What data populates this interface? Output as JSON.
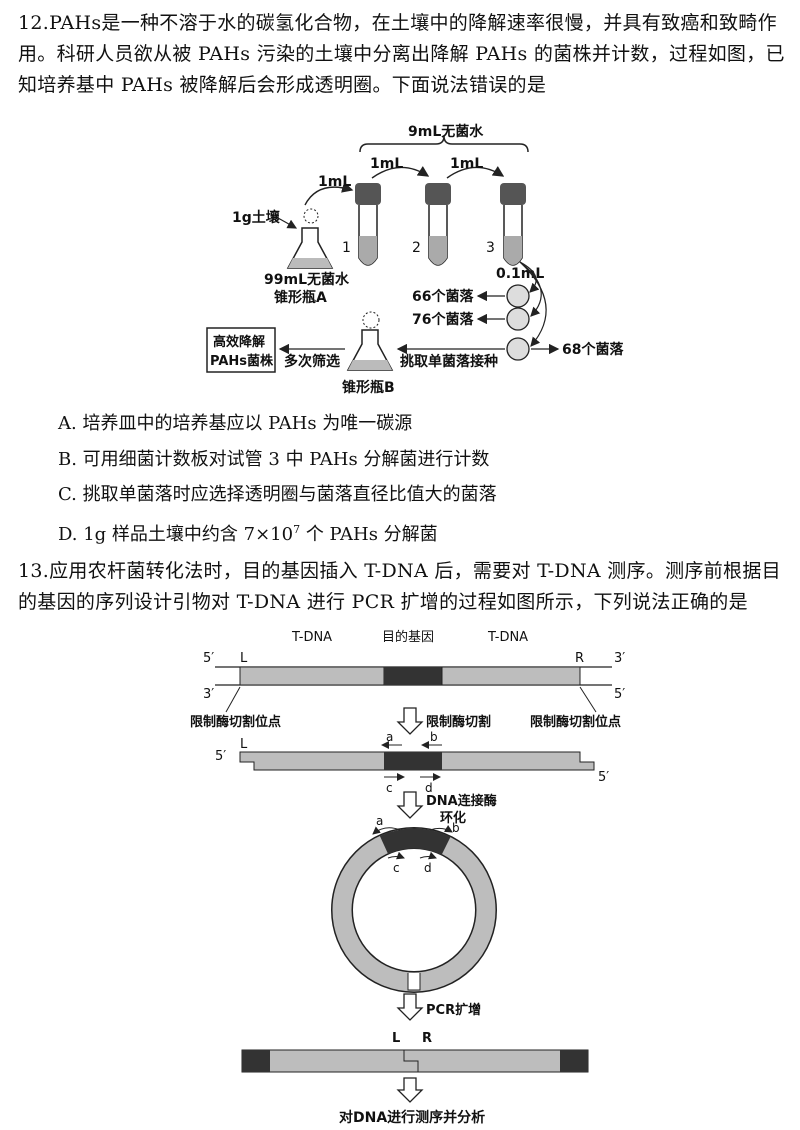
{
  "q12": {
    "number": "12.",
    "stem": "PAHs是一种不溶于水的碳氢化合物，在土壤中的降解速率很慢，并具有致癌和致畸作用。科研人员欲从被 PAHs 污染的土壤中分离出降解 PAHs 的菌株并计数，过程如图，已知培养基中 PAHs 被降解后会形成透明圈。下面说法错误的是",
    "figure": {
      "soil": "1g土壤",
      "flask_a_water": "99mL无菌水",
      "flask_a_name": "锥形瓶A",
      "sterile_water": "9mL无菌水",
      "transfer1": "1mL",
      "transfer2": "1mL",
      "transfer3": "1mL",
      "tube1": "1",
      "tube2": "2",
      "tube3": "3",
      "plating": "0.1mL",
      "colonies1": "66个菌落",
      "colonies2": "76个菌落",
      "colonies3": "68个菌落",
      "pick": "挑取单菌落接种",
      "screen": "多次筛选",
      "flask_b_name": "锥形瓶B",
      "result_line1": "高效降解",
      "result_line2": "PAHs菌株"
    },
    "options": {
      "A": "A. 培养皿中的培养基应以 PAHs 为唯一碳源",
      "B": "B. 可用细菌计数板对试管 3 中 PAHs 分解菌进行计数",
      "C": "C. 挑取单菌落时应选择透明圈与菌落直径比值大的菌落",
      "D_prefix": "D. 1g 样品土壤中约含 7×10",
      "D_exp": "7",
      "D_suffix": " 个 PAHs 分解菌"
    }
  },
  "q13": {
    "number": "13.",
    "stem": "应用农杆菌转化法时，目的基因插入 T-DNA 后，需要对 T-DNA 测序。测序前根据目的基因的序列设计引物对 T-DNA 进行 PCR 扩增的过程如图所示，下列说法正确的是",
    "figure": {
      "tdna_left": "T-DNA",
      "target_gene": "目的基因",
      "tdna_right": "T-DNA",
      "five_prime": "5′",
      "three_prime": "3′",
      "L": "L",
      "R": "R",
      "cut_site_left": "限制酶切割位点",
      "cut_site_right": "限制酶切割位点",
      "cut_step": "限制酶切割",
      "primer_a": "a",
      "primer_b": "b",
      "primer_c": "c",
      "primer_d": "d",
      "ligase_line1": "DNA连接酶",
      "ligase_line2": "环化",
      "pcr_step": "PCR扩增",
      "final_step": "对DNA进行测序并分析"
    }
  }
}
